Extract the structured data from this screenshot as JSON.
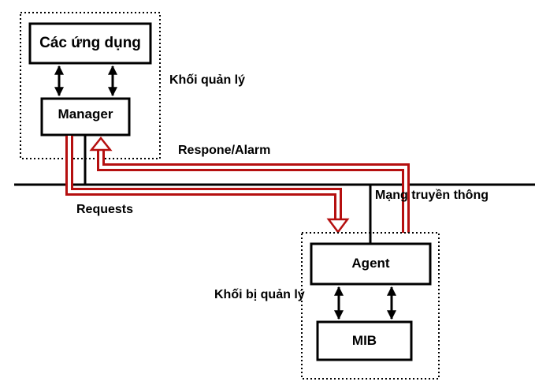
{
  "boxes": {
    "applications": "Các ứng dụng",
    "manager": "Manager",
    "agent": "Agent",
    "mib": "MIB"
  },
  "labels": {
    "managing_block": "Khối quản lý",
    "response_alarm": "Respone/Alarm",
    "network": "Mạng truyền thông",
    "requests": "Requests",
    "managed_block": "Khối bị quản lý"
  },
  "colors": {
    "line": "#000000",
    "flow_arrow": "#b50f0f",
    "background": "#ffffff"
  }
}
